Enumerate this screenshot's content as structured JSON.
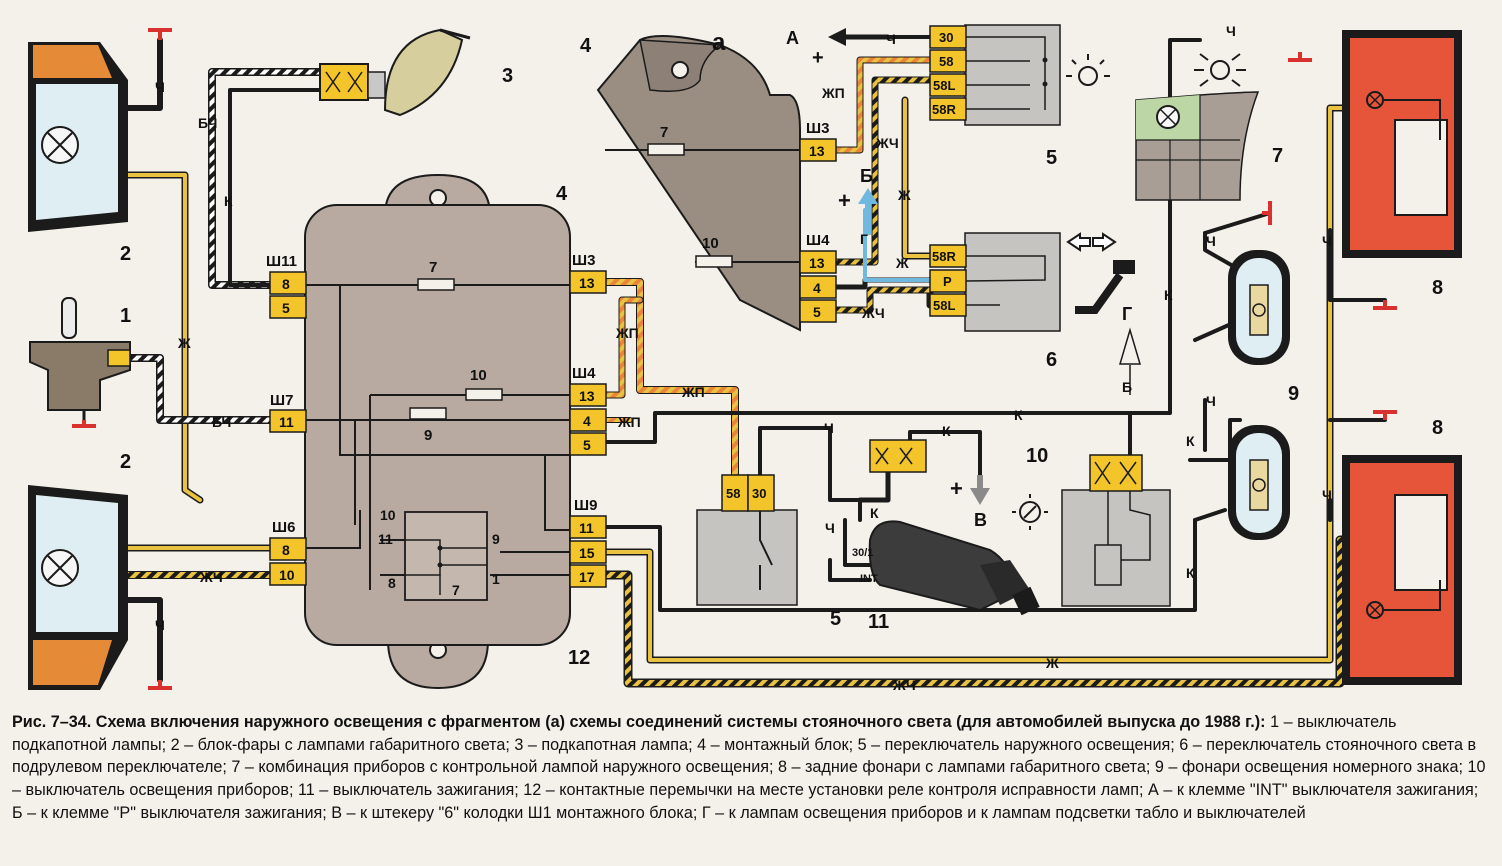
{
  "caption": {
    "title": "Рис. 7–34. Схема включения наружного освещения с фрагментом (а) схемы соединений системы стояночного света (для автомобилей выпуска до 1988 г.):",
    "text": "1 – выключатель подкапотной лампы; 2 – блок-фары с лампами габаритного света; 3 – подкапотная лампа; 4 – монтажный блок; 5 – переключатель наружного освещения; 6 – переключатель стояночного света в подрулевом переключателе; 7 – комбинация приборов с контрольной лампой наружного освещения; 8 – задние фонари с лампами габаритного света; 9 – фонари освещения номерного знака; 10 – выключатель освещения приборов; 11 – выключатель зажигания; 12 – контактные перемычки на месте установки реле контроля исправности ламп; А – к клемме \"INT\" выключателя зажигания; Б – к клемме \"Р\" выключателя зажигания; В – к штекеру \"6\" колодки Ш1 монтажного блока; Г – к лампам освещения приборов и к лампам подсветки табло и выключателей"
  },
  "fragment_label": "а",
  "component_numbers": {
    "n1": "1",
    "n2": "2",
    "n3": "3",
    "n4": "4",
    "n5": "5",
    "n6": "6",
    "n7": "7",
    "n8": "8",
    "n9": "9",
    "n10": "10",
    "n11": "11",
    "n12": "12"
  },
  "connectors": {
    "sh11": "Ш11",
    "sh7": "Ш7",
    "sh6": "Ш6",
    "sh3": "Ш3",
    "sh4": "Ш4",
    "sh9": "Ш9"
  },
  "pins": {
    "sh11_top": "8",
    "sh11_bottom": "5",
    "sh7": "11",
    "sh6_top": "8",
    "sh6_bottom": "10",
    "sh3": "13",
    "sh4_1": "13",
    "sh4_2": "4",
    "sh4_3": "5",
    "sh9_1": "11",
    "sh9_2": "15",
    "sh9_3": "17",
    "frag_sh3": "13",
    "frag_sh4_1": "13",
    "frag_sh4_2": "4",
    "frag_sh4_3": "5",
    "sw5_a": "58",
    "sw5_b": "30",
    "sw5f_1": "30",
    "sw5f_2": "58",
    "sw5f_3": "58L",
    "sw5f_4": "58R",
    "sw6_1": "58R",
    "sw6_2": "P",
    "sw6_3": "58L"
  },
  "fuses": {
    "f7": "7",
    "f10": "10",
    "f9": "9",
    "frag_f7": "7",
    "frag_f10": "10"
  },
  "jumpers": {
    "j10": "10",
    "j11": "11",
    "j8": "8",
    "j9": "9",
    "j1": "1",
    "j7": "7"
  },
  "wire_colors": {
    "ch": "Ч",
    "bch": "БЧ",
    "k": "К",
    "zh": "Ж",
    "zhch": "ЖЧ",
    "zhp": "ЖП",
    "g": "Г",
    "b": "Б"
  },
  "terminals": {
    "a": "А",
    "b": "Б",
    "v": "В",
    "g": "Г",
    "plus": "+",
    "t301": "30/1",
    "int": "INT"
  },
  "colors": {
    "module": "#b8aaa0",
    "switch_box": "#c6c4c1",
    "connector": "#f3c52a",
    "wire_yellow": "#e8c240",
    "wire_orange": "#e9843a",
    "lamp_red": "#e6543a",
    "headlight_orange": "#e58a36",
    "headlight_lens": "#dfeef3",
    "ground": "#d9322e"
  }
}
